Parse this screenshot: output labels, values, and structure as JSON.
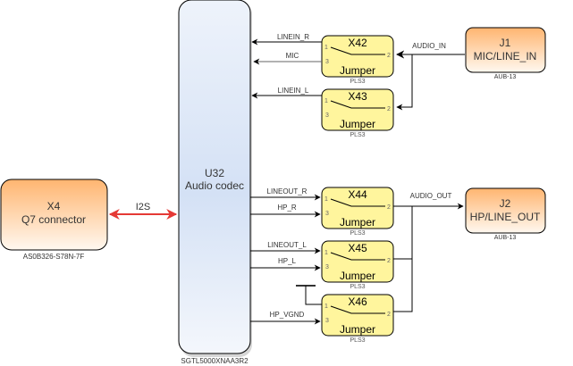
{
  "diagram": {
    "codec": {
      "ref": "U32",
      "name": "Audio codec",
      "part": "SGTL5000XNAA3R2"
    },
    "q7": {
      "ref": "X4",
      "name": "Q7 connector",
      "part": "AS0B326-S78N-7F"
    },
    "i2s_label": "I2S",
    "j1": {
      "ref": "J1",
      "name": "MIC/LINE_IN",
      "part": "AUB-13",
      "net": "AUDIO_IN"
    },
    "j2": {
      "ref": "J2",
      "name": "HP/LINE_OUT",
      "part": "AUB-13",
      "net": "AUDIO_OUT"
    },
    "jumpers": [
      {
        "ref": "X42",
        "type": "Jumper",
        "part": "PLS3",
        "pin1": "1",
        "pin2": "2",
        "pin3": "3",
        "net1": "LINEIN_R",
        "net3": "MIC"
      },
      {
        "ref": "X43",
        "type": "Jumper",
        "part": "PLS3",
        "pin1": "1",
        "pin2": "2",
        "pin3": "3",
        "net1": "LINEIN_L",
        "net3": ""
      },
      {
        "ref": "X44",
        "type": "Jumper",
        "part": "PLS3",
        "pin1": "1",
        "pin2": "2",
        "pin3": "3",
        "net1": "LINEOUT_R",
        "net3": "HP_R"
      },
      {
        "ref": "X45",
        "type": "Jumper",
        "part": "PLS3",
        "pin1": "1",
        "pin2": "2",
        "pin3": "3",
        "net1": "LINEOUT_L",
        "net3": "HP_L"
      },
      {
        "ref": "X46",
        "type": "Jumper",
        "part": "PLS3",
        "pin1": "1",
        "pin2": "2",
        "pin3": "3",
        "net1": "",
        "net3": "HP_VGND"
      }
    ]
  }
}
